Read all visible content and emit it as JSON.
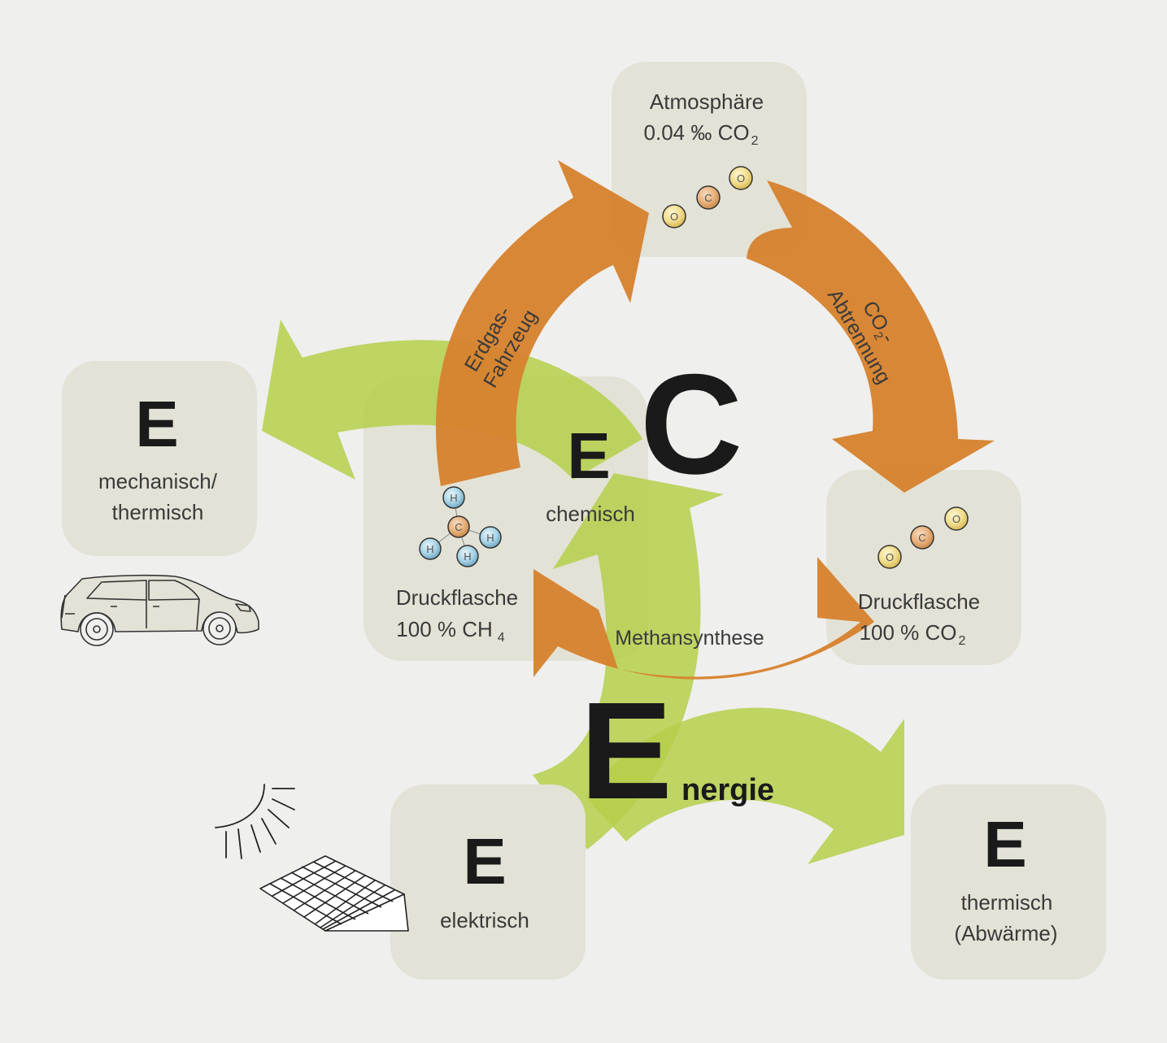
{
  "boxes": {
    "atmosphere": {
      "line1": "Atmosphäre",
      "line2_prefix": "0.04 ‰ CO",
      "line2_sub": "2"
    },
    "co2_bottle": {
      "line1": "Druckflasche",
      "line2_prefix": "100 % CO",
      "line2_sub": "2"
    },
    "ch4_bottle": {
      "line1": "Druckflasche",
      "line2_prefix": "100 % CH",
      "line2_sub": "4",
      "energy_letter": "E",
      "energy_label": "chemisch"
    },
    "mechanical": {
      "letter": "E",
      "line1": "mechanisch/",
      "line2": "thermisch"
    },
    "electrical": {
      "letter": "E",
      "line1": "elektrisch"
    },
    "thermal": {
      "letter": "E",
      "line1": "thermisch",
      "line2": "(Abwärme)"
    }
  },
  "arrows": {
    "vehicle": {
      "line1": "Erdgas-",
      "line2": "Fahrzeug"
    },
    "separation": {
      "line1_prefix": "CO",
      "line1_sub": "2",
      "line1_suffix": "-",
      "line2": "Abtrennung"
    },
    "methane": {
      "label": "Methansynthese"
    }
  },
  "center": {
    "carbon": "C",
    "energy_big": "E",
    "energy_rest": "nergie"
  },
  "atoms": {
    "oxygen": "O",
    "carbon": "C",
    "hydrogen": "H"
  },
  "colors": {
    "background": "#efefee",
    "box": "#e3e2d6",
    "orange_arrow": "#d6822e",
    "green_arrow": "#b5cf4a",
    "oxygen_atom": "#f1dd8e",
    "carbon_atom": "#e8b07a",
    "hydrogen_atom": "#a9d4e6"
  }
}
